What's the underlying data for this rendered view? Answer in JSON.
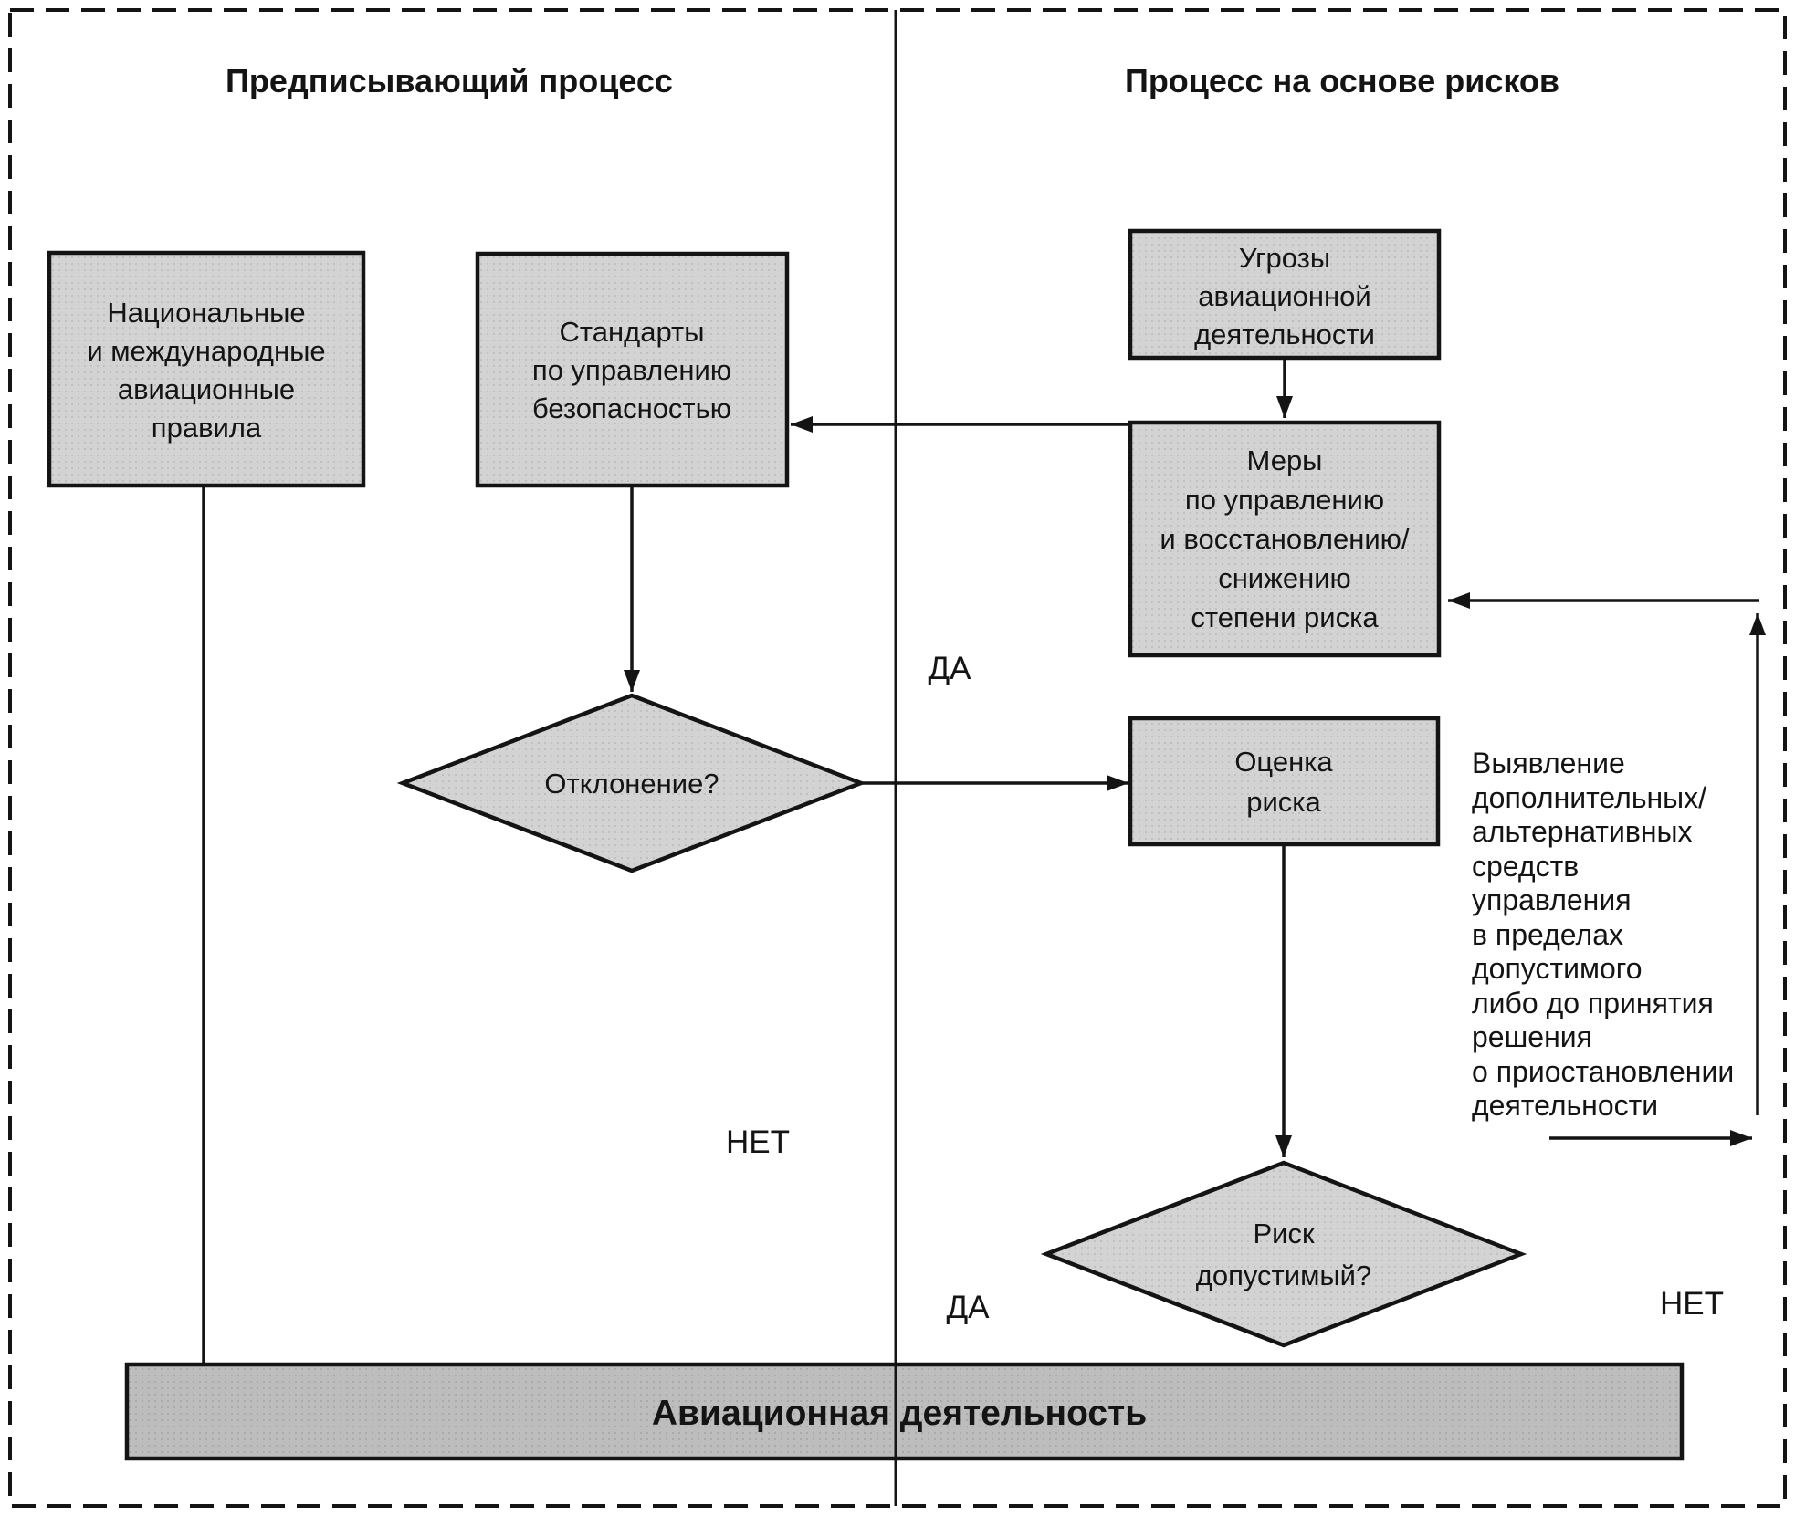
{
  "diagram": {
    "headers": {
      "left": "Предписывающий процесс",
      "right": "Процесс на основе рисков"
    },
    "nodes": {
      "rules": {
        "lines": [
          "Национальные",
          "и международные",
          "авиационные",
          "правила"
        ]
      },
      "standards": {
        "lines": [
          "Стандарты",
          "по управлению",
          "безопасностью"
        ]
      },
      "threats": {
        "lines": [
          "Угрозы",
          "авиационной",
          "деятельности"
        ]
      },
      "measures": {
        "lines": [
          "Меры",
          "по управлению",
          "и восстановлению/",
          "снижению",
          "степени риска"
        ]
      },
      "assessment": {
        "lines": [
          "Оценка",
          "риска"
        ]
      },
      "deviation": {
        "label": "Отклонение?"
      },
      "acceptable": {
        "lines": [
          "Риск",
          "допустимый?"
        ]
      },
      "activity": {
        "label": "Авиационная деятельность"
      }
    },
    "labels": {
      "yes_top": "ДА",
      "no_left": "НЕТ",
      "yes_bottom": "ДА",
      "no_right": "НЕТ"
    },
    "note": {
      "lines": [
        "Выявление",
        "дополнительных/",
        "альтернативных",
        "средств",
        "управления",
        "в пределах",
        "допустимого",
        "либо до принятия",
        "решения",
        "о приостановлении",
        "деятельности"
      ]
    },
    "colors": {
      "node_fill": "#d3d3d3",
      "bar_fill": "#bdbdbd",
      "line": "#141414",
      "background": "#ffffff"
    }
  }
}
